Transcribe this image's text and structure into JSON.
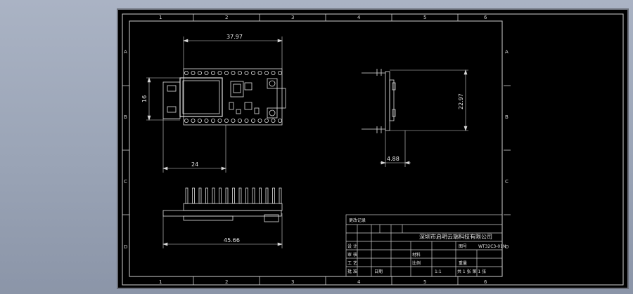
{
  "drawing": {
    "zones_top": [
      "1",
      "2",
      "3",
      "4",
      "5",
      "6"
    ],
    "zones_bottom": [
      "1",
      "2",
      "3",
      "4",
      "5",
      "6"
    ],
    "zones_left": [
      "A",
      "B",
      "C",
      "D"
    ],
    "zones_right": [
      "A",
      "B",
      "C",
      "D"
    ],
    "dimensions": {
      "top_width": "37.97",
      "left_height": "16",
      "inner_width": "24",
      "right_height": "22.97",
      "side_thickness": "4.88",
      "bottom_width": "45.66"
    }
  },
  "title_block": {
    "revision_header": "更改记录",
    "company": "深圳市启明云端科技有限公司",
    "labels": {
      "design": "设 计",
      "check": "审 核",
      "process": "工 艺",
      "approve": "批 准",
      "date": "日期",
      "drawing_no": "图号",
      "material": "材料",
      "scale": "比例",
      "weight": "重量",
      "sheet": "共 1 张 第 1 张"
    },
    "drawing_number": "WT32C3-01N",
    "scale_value": "1:1"
  }
}
